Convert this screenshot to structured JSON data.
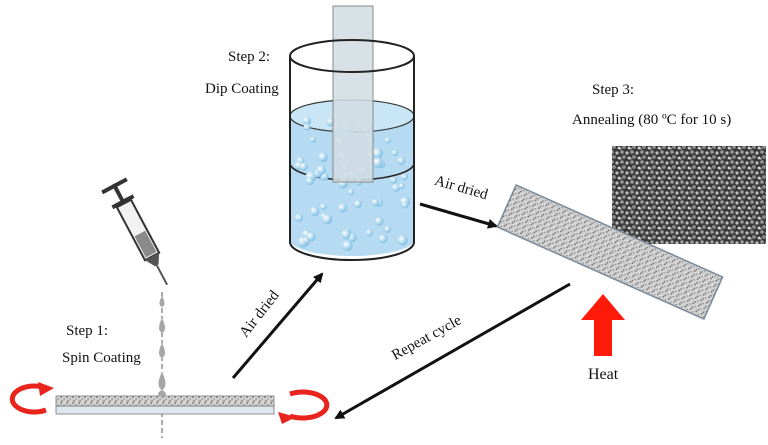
{
  "steps": [
    {
      "title": "Step 1:",
      "name": "Spin Coating"
    },
    {
      "title": "Step 2:",
      "name": "Dip Coating"
    },
    {
      "title": "Step 3:",
      "name": "Annealing (80 ºC for 10 s)"
    }
  ],
  "arrows": {
    "air_dried_1": "Air dried",
    "air_dried_2": "Air dried",
    "repeat": "Repeat cycle"
  },
  "heat_label": "Heat",
  "colors": {
    "arrow": "#111111",
    "rotation": "#e8241c",
    "heat": "#ff1a0a",
    "solution": "#a8d4ee",
    "beaker": "#222222",
    "substrate": "#c9c9c9",
    "drop": "#a6a6a6"
  }
}
